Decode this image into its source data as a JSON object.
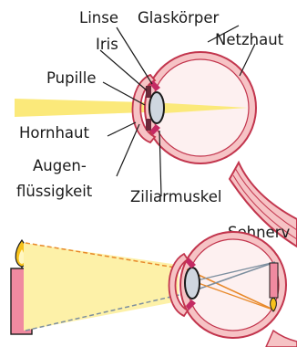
{
  "labels": {
    "linse": "Linse",
    "glaskoerper": "Glaskörper",
    "iris": "Iris",
    "netzhaut": "Netzhaut",
    "pupille": "Pupille",
    "hornhaut": "Hornhaut",
    "augen": "Augen-",
    "fluessigkeit": "flüssigkeit",
    "ziliarmuskel": "Ziliarmuskel",
    "sehnerv": "Sehnerv"
  },
  "colors": {
    "wall_fill": "#f6c3c5",
    "wall_stroke": "#c2354d",
    "light_beam": "#fbe97a",
    "lens": "#cfd6df",
    "muscle": "#c42a63",
    "candle": "#f08aa0",
    "flame": "#f7c21b",
    "ray_orange": "#e8892a",
    "ray_grey": "#7d8f9f",
    "line": "#1a1a1a"
  }
}
